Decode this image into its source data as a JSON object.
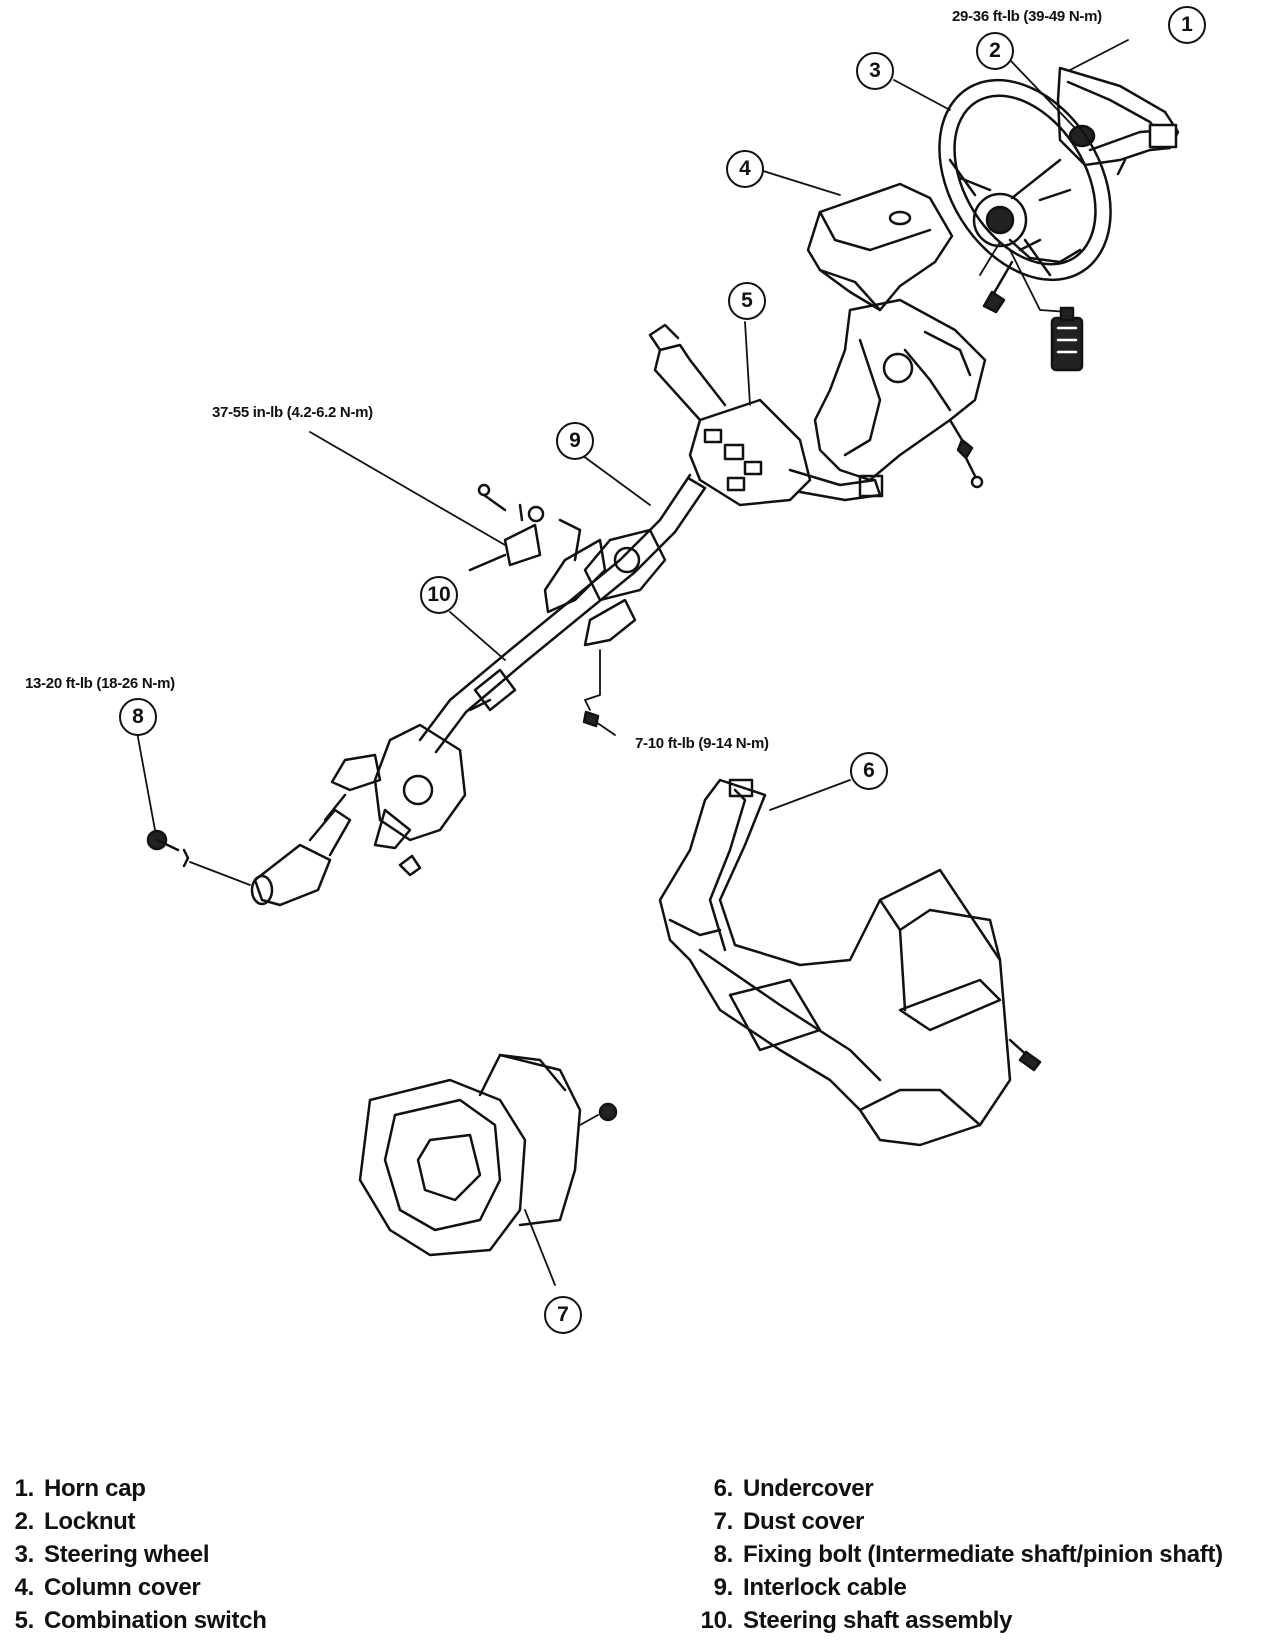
{
  "torque_specs": {
    "horn_cap_nut": "29-36 ft-lb (39-49 N-m)",
    "cable_bracket": "37-55 in-lb (4.2-6.2 N-m)",
    "fixing_bolt": "13-20 ft-lb (18-26 N-m)",
    "column_bolt": "7-10 ft-lb (9-14 N-m)"
  },
  "callouts": [
    "1",
    "2",
    "3",
    "4",
    "5",
    "6",
    "7",
    "8",
    "9",
    "10"
  ],
  "legend": {
    "left": [
      {
        "num": "1.",
        "label": "Horn cap"
      },
      {
        "num": "2.",
        "label": "Locknut"
      },
      {
        "num": "3.",
        "label": "Steering wheel"
      },
      {
        "num": "4.",
        "label": "Column cover"
      },
      {
        "num": "5.",
        "label": "Combination switch"
      }
    ],
    "right": [
      {
        "num": "6.",
        "label": "Undercover"
      },
      {
        "num": "7.",
        "label": "Dust cover"
      },
      {
        "num": "8.",
        "label": "Fixing bolt (Intermediate shaft/pinion shaft)"
      },
      {
        "num": "9.",
        "label": "Interlock cable"
      },
      {
        "num": "10.",
        "label": "Steering shaft assembly"
      }
    ]
  }
}
